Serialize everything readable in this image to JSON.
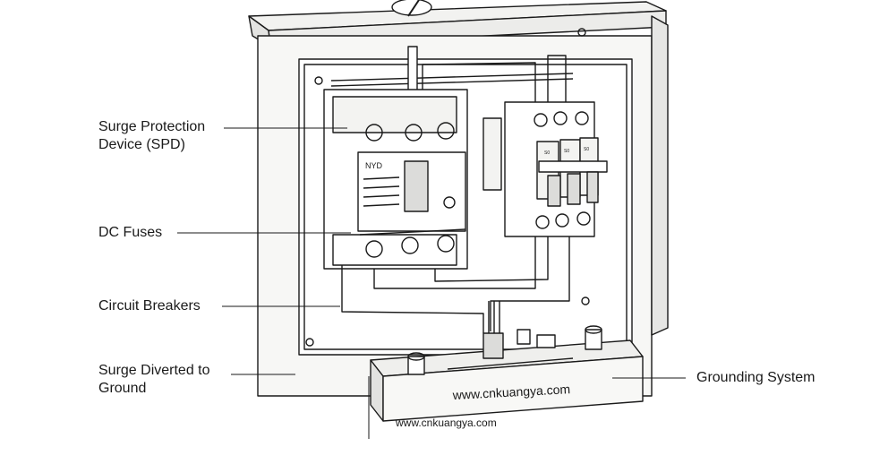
{
  "callouts": {
    "spd": {
      "line1": "Surge Protection",
      "line2": "Device (SPD)"
    },
    "fuses": "DC Fuses",
    "breakers": "Circuit Breakers",
    "diverted": {
      "line1": "Surge Diverted to",
      "line2": "Ground"
    },
    "grounding": "Grounding System"
  },
  "watermarks": {
    "primary": "www.cnkuangya.com",
    "secondary": "www.cnkuangya.com"
  },
  "device": {
    "brand": "NYD",
    "module_labels": [
      "S0",
      "S0",
      "S0"
    ]
  },
  "colors": {
    "ink": "#1a1a1a",
    "panel": "#f7f7f5",
    "shade": "#e6e6e4"
  }
}
